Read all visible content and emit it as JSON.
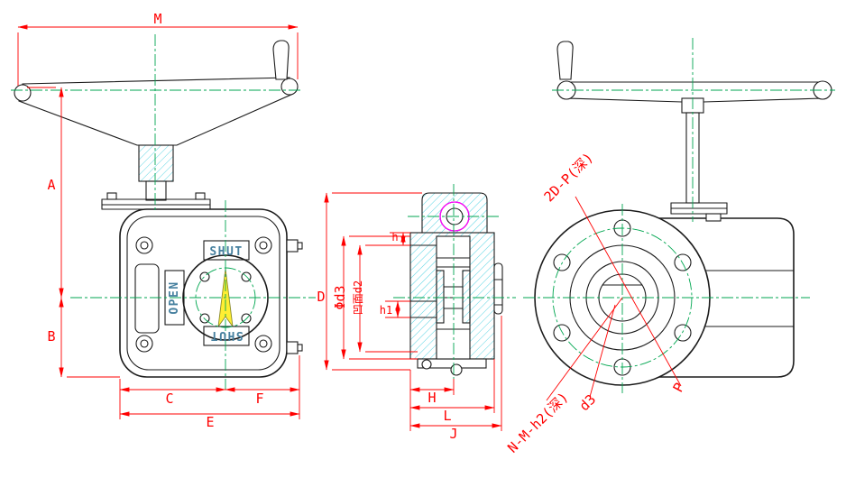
{
  "drawing": {
    "kind": "valve-gearbox-three-view-dimension-drawing",
    "views": {
      "front": {
        "dim_labels": {
          "M": "M",
          "A": "A",
          "B": "B",
          "C": "C",
          "F": "F",
          "E": "E"
        },
        "body_labels": {
          "shut_top": "SHUT",
          "open": "OPEN",
          "shut_bottom": "SHUT"
        }
      },
      "section": {
        "dim_labels": {
          "D": "D",
          "phi_d3": "Φd3",
          "concave_d2": "凹面d2",
          "h": "h",
          "h1": "h1",
          "H": "H",
          "L": "L",
          "J": "J"
        }
      },
      "side": {
        "dim_labels": {
          "top_holes": "2D-P(深)",
          "bottom_holes": "N-M-h2(深)",
          "d3": "d3",
          "p": "P"
        }
      }
    },
    "colors": {
      "outline": "#1b1b1b",
      "dimension": "#ff0000",
      "centerline": "#00a650",
      "hatch": "#45cfe0",
      "highlight": "#ff00ff",
      "pointer": "#ffee33",
      "label": "#46809f"
    }
  }
}
